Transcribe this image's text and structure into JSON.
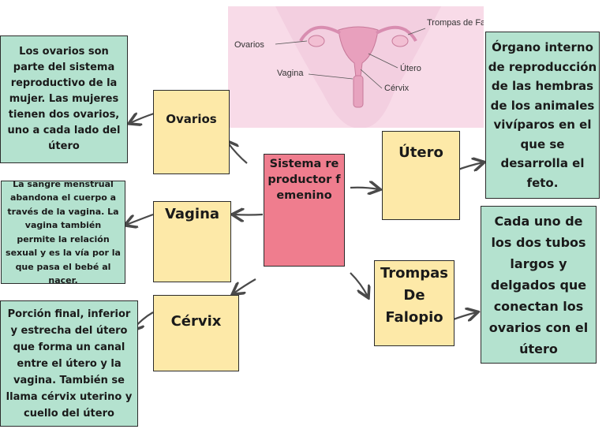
{
  "center": {
    "label": "Sistema reproductor femenino"
  },
  "nodes": [
    {
      "key": "ovarios",
      "label": "Ovarios",
      "description": "Los ovarios son parte del sistema reproductivo de la mujer. Las mujeres tienen dos ovarios, uno a cada lado del útero"
    },
    {
      "key": "vagina",
      "label": "Vagina",
      "description": "La sangre menstrual abandona el cuerpo a través de la vagina. La vagina también permite la relación sexual y es la vía por la que pasa el bebé al nacer."
    },
    {
      "key": "cervix",
      "label": "Cérvix",
      "description": "Porción final, inferior y estrecha del útero que forma un canal entre el útero y la vagina. También se llama cérvix uterino y cuello del útero"
    },
    {
      "key": "utero",
      "label": "Útero",
      "description": "Órgano interno de reproducción de las hembras de los animales vivíparos en el que se desarrolla el feto."
    },
    {
      "key": "trompas",
      "label": "Trompas De Falopio",
      "description": "Cada uno de los dos tubos largos y delgados que conectan los ovarios con el útero"
    }
  ],
  "illustration_labels": {
    "ovarios": "Ovarios",
    "trompas": "Trompas de Falopio",
    "utero": "Útero",
    "vagina": "Vagina",
    "cervix": "Cérvix"
  },
  "colors": {
    "center": "#ef7d8e",
    "node": "#fde9a8",
    "description": "#b4e2cf",
    "illustration_bg": "#f8dbe8",
    "arrow": "#4a4a4a"
  }
}
